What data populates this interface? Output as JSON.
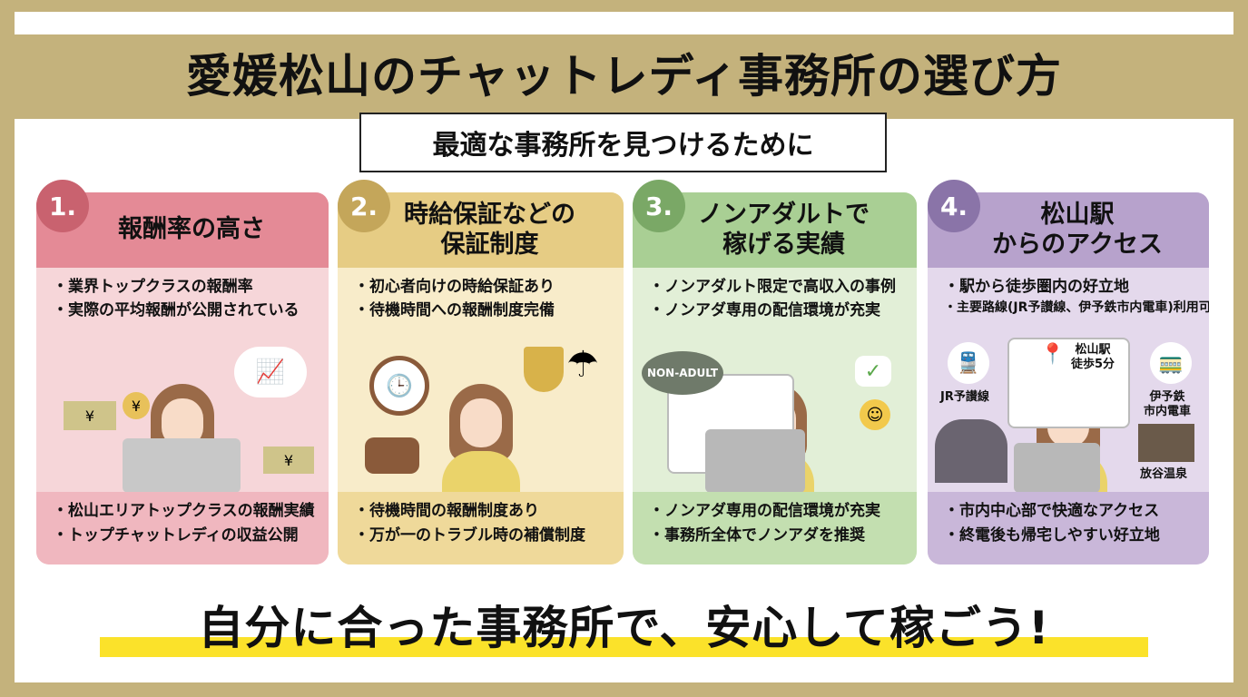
{
  "title": "愛媛松山のチャットレディ事務所の選び方",
  "subtitle": "最適な事務所を見つけるために",
  "cards": [
    {
      "number": "1.",
      "heading": [
        "報酬率の高さ"
      ],
      "top_points": [
        "・業界トップクラスの報酬率",
        "・実際の平均報酬が公開されている"
      ],
      "bottom_points": [
        "・松山エリアトップクラスの報酬実績",
        "・トップチャットレディの収益公開"
      ],
      "header_color": "#e48a96",
      "body_color": "#f6d6d9",
      "bottom_color": "#f0b7bf",
      "num_color": "#c9626f"
    },
    {
      "number": "2.",
      "heading": [
        "時給保証などの",
        "保証制度"
      ],
      "top_points": [
        "・初心者向けの時給保証あり",
        "・待機時間への報酬制度完備"
      ],
      "bottom_points": [
        "・待機時間の報酬制度あり",
        "・万が一のトラブル時の補償制度"
      ],
      "header_color": "#e6cc84",
      "body_color": "#f8ecca",
      "bottom_color": "#efd99a",
      "num_color": "#c4a65a"
    },
    {
      "number": "3.",
      "heading": [
        "ノンアダルトで",
        "稼げる実績"
      ],
      "top_points": [
        "・ノンアダルト限定で高収入の事例",
        "・ノンアダ専用の配信環境が充実"
      ],
      "bottom_points": [
        "・ノンアダ専用の配信環境が充実",
        "・事務所全体でノンアダを推奨"
      ],
      "header_color": "#a9cf94",
      "body_color": "#e2efd7",
      "bottom_color": "#c3dfb0",
      "num_color": "#7aa866",
      "badge": "NON-ADULT"
    },
    {
      "number": "4.",
      "heading": [
        "松山駅",
        "からのアクセス"
      ],
      "top_points": [
        "・駅から徒歩圏内の好立地",
        "・主要路線(JR予讃線、伊予鉄市内電車)利用可"
      ],
      "bottom_points": [
        "・市内中心部で快適なアクセス",
        "・終電後も帰宅しやすい好立地"
      ],
      "header_color": "#b7a2cc",
      "body_color": "#e4d9ec",
      "bottom_color": "#c9b7d9",
      "num_color": "#8a74a8",
      "labels": {
        "station": "松山駅",
        "walk": "徒歩5分",
        "jr": "JR予讃線",
        "iyotetsu": [
          "伊予鉄",
          "市内電車"
        ],
        "onsen": "放谷温泉"
      }
    }
  ],
  "slogan": "自分に合った事務所で、安心して稼ごう!",
  "colors": {
    "frame": "#c4b27c",
    "highlight": "#fbe22a"
  }
}
